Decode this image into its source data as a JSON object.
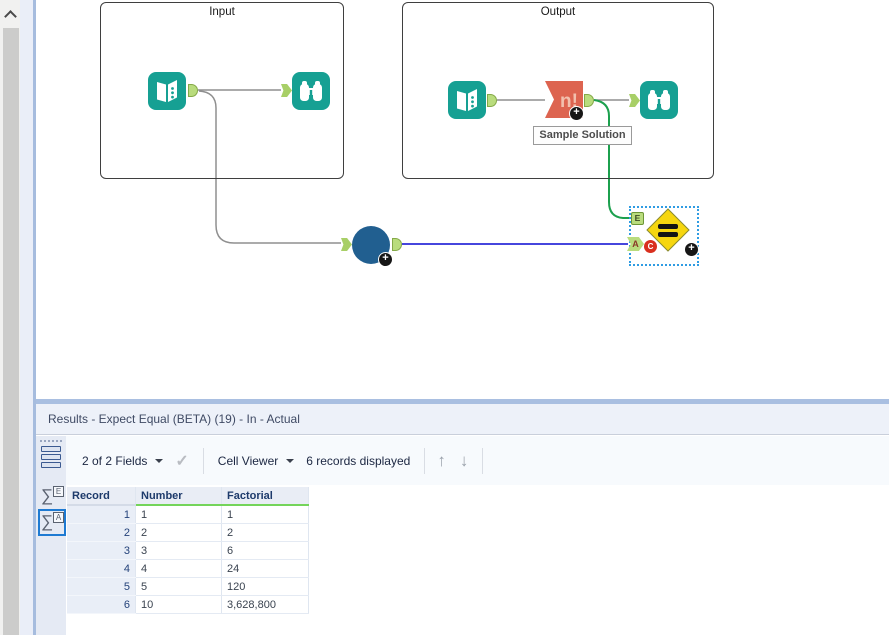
{
  "canvas": {
    "input_container_title": "Input",
    "output_container_title": "Output",
    "macro_tool_label": "n!",
    "macro_annotation": "Sample Solution",
    "expected_anchor_label": "E",
    "actual_anchor_label": "A",
    "error_badge_label": "C",
    "plus_badge_label": "+"
  },
  "results_panel": {
    "title": "Results - Expect Equal (BETA) (19) - In - Actual",
    "toolbar": {
      "fields_selector_label": "2 of 2 Fields",
      "cell_viewer_label": "Cell Viewer",
      "records_displayed_label": "6 records displayed"
    },
    "sidebar": {
      "expected_tab_label": "E",
      "actual_tab_label": "A"
    },
    "table": {
      "columns": [
        "Record",
        "Number",
        "Factorial"
      ],
      "rows": [
        [
          "1",
          "1",
          "1"
        ],
        [
          "2",
          "2",
          "2"
        ],
        [
          "3",
          "3",
          "6"
        ],
        [
          "4",
          "4",
          "24"
        ],
        [
          "5",
          "5",
          "120"
        ],
        [
          "6",
          "10",
          "3,628,800"
        ]
      ]
    }
  },
  "icons": {
    "sigma": "∑",
    "checkmark": "✓",
    "up_arrow": "↑",
    "down_arrow": "↓"
  },
  "colors": {
    "tool_teal": "#16a093",
    "macro_orange": "#dd6450",
    "node_blue": "#215f90",
    "wire_blue": "#4646dd",
    "wire_green": "#1ca04e",
    "wire_gray": "#8f8f8f",
    "diamond_yellow": "#f6d60f",
    "anchor_green": "#b9dc7d",
    "selection_blue": "#2f9ce3",
    "header_underline_green": "#74d45a"
  }
}
